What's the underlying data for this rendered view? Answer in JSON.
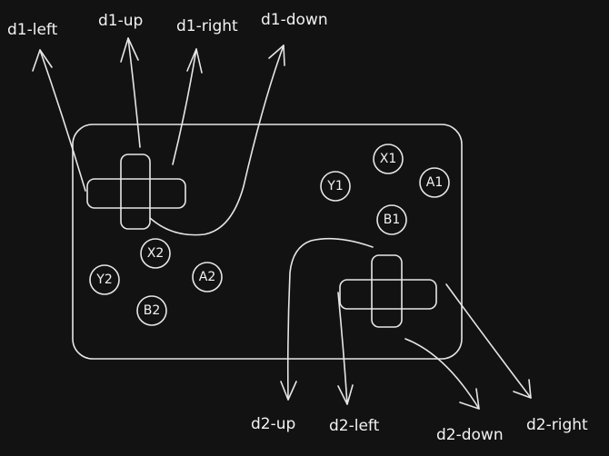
{
  "labels": {
    "d1_left": "d1-left",
    "d1_up": "d1-up",
    "d1_right": "d1-right",
    "d1_down": "d1-down",
    "d2_up": "d2-up",
    "d2_left": "d2-left",
    "d2_down": "d2-down",
    "d2_right": "d2-right"
  },
  "buttons": {
    "x1": "X1",
    "y1": "Y1",
    "a1": "A1",
    "b1": "B1",
    "x2": "X2",
    "y2": "Y2",
    "a2": "A2",
    "b2": "B2"
  },
  "colors": {
    "background": "#121212",
    "stroke": "#e6e6e6"
  }
}
